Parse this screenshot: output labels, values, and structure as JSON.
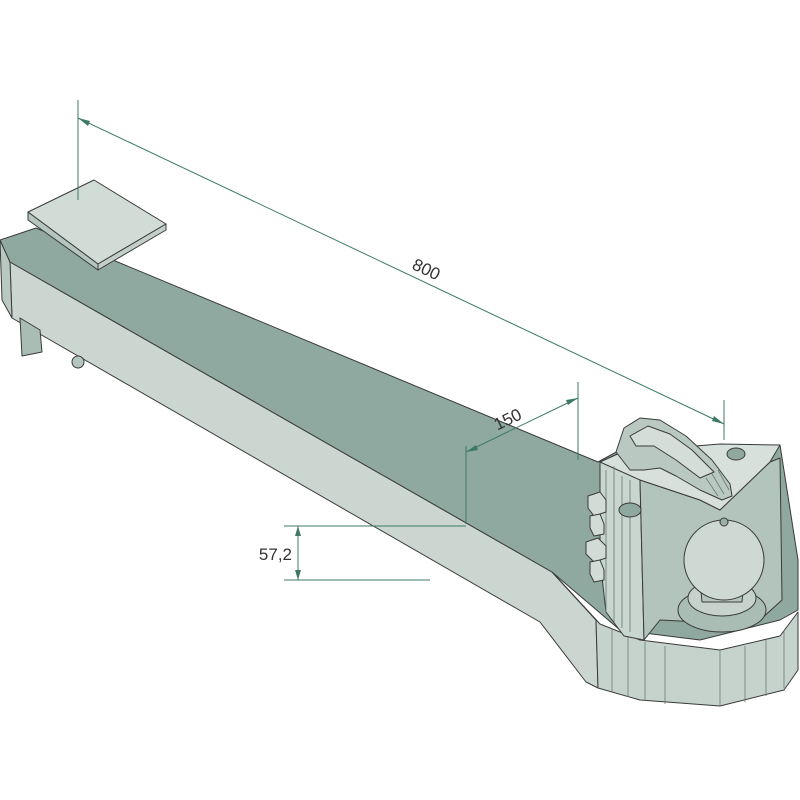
{
  "colors": {
    "top_face": "#8fa9a0",
    "side_face": "#cbd6d0",
    "front_face": "#b4c6bf",
    "pad_top": "#d2dcd7",
    "outline": "#3a3a3a",
    "dimension_line": "#3d7a63"
  },
  "dimensions": {
    "length": "800",
    "width": "150",
    "height": "57,2"
  }
}
